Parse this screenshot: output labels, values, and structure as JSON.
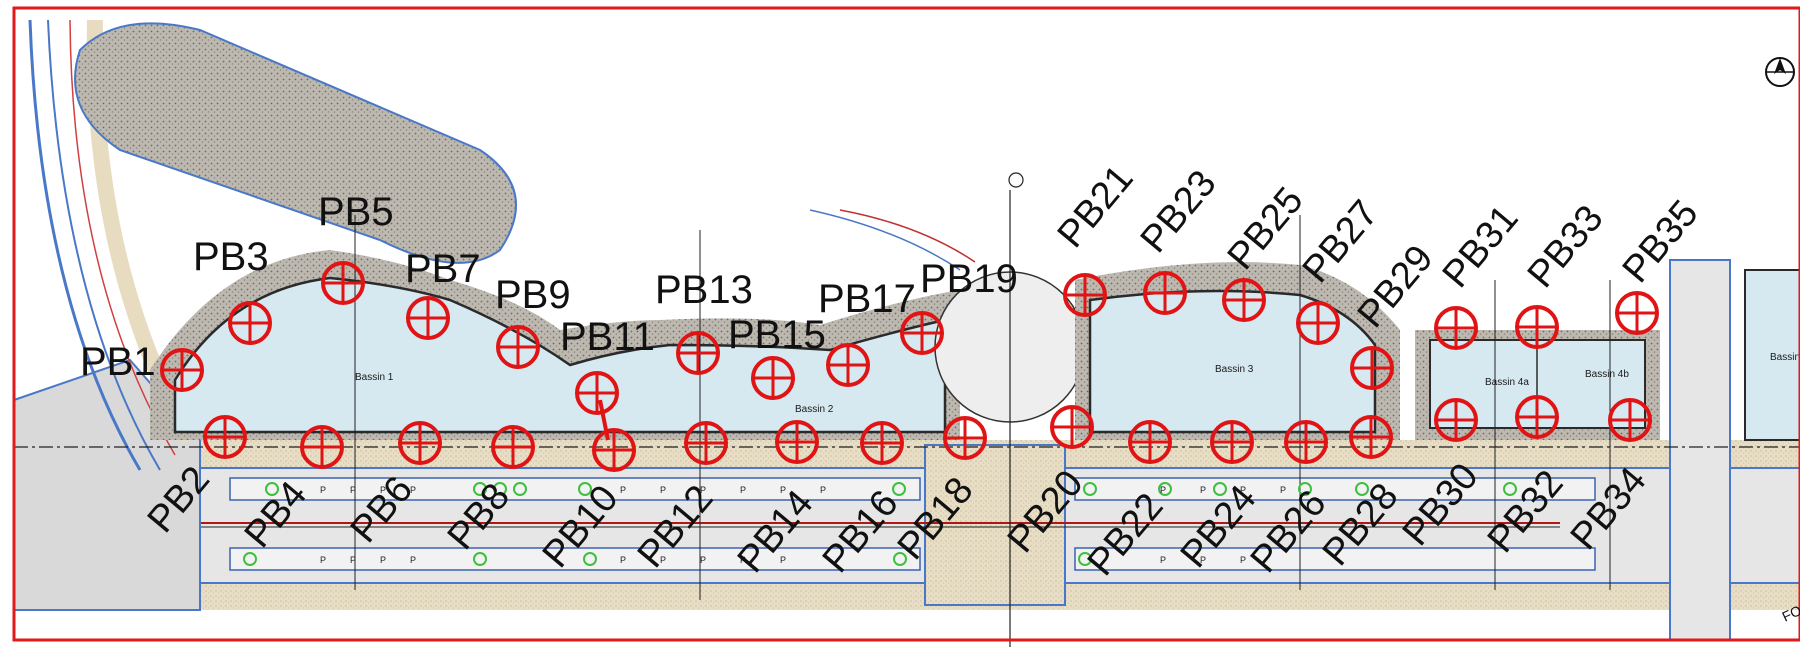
{
  "colors": {
    "frame": "#e0191b",
    "water": "#d6e8f0",
    "water_edge": "#2a2a2a",
    "gravel": "#c9c4bc",
    "road": "#e4e4e4",
    "sand": "#e6dcc4",
    "curb": "#4a78c8",
    "marker": "#e01414",
    "tree": "#3fbf3f"
  },
  "basins": [
    "Bassin 1",
    "Bassin 2",
    "Bassin 3",
    "Bassin 4a",
    "Bassin 4b",
    "Bassin"
  ],
  "parking_label": "P",
  "edge_text": "FO",
  "points_top": [
    "PB1",
    "PB3",
    "PB5",
    "PB7",
    "PB9",
    "PB11",
    "PB13",
    "PB15",
    "PB17",
    "PB19",
    "PB21",
    "PB23",
    "PB25",
    "PB27",
    "PB29",
    "PB31",
    "PB33",
    "PB35"
  ],
  "points_bottom": [
    "PB2",
    "PB4",
    "PB6",
    "PB8",
    "PB10",
    "PB12",
    "PB14",
    "PB16",
    "PB18",
    "PB20",
    "PB22",
    "PB24",
    "PB26",
    "PB28",
    "PB30",
    "PB32",
    "PB34"
  ],
  "icons": {
    "north_arrow": "north-arrow-icon",
    "marker": "crosshair-circle-icon"
  }
}
